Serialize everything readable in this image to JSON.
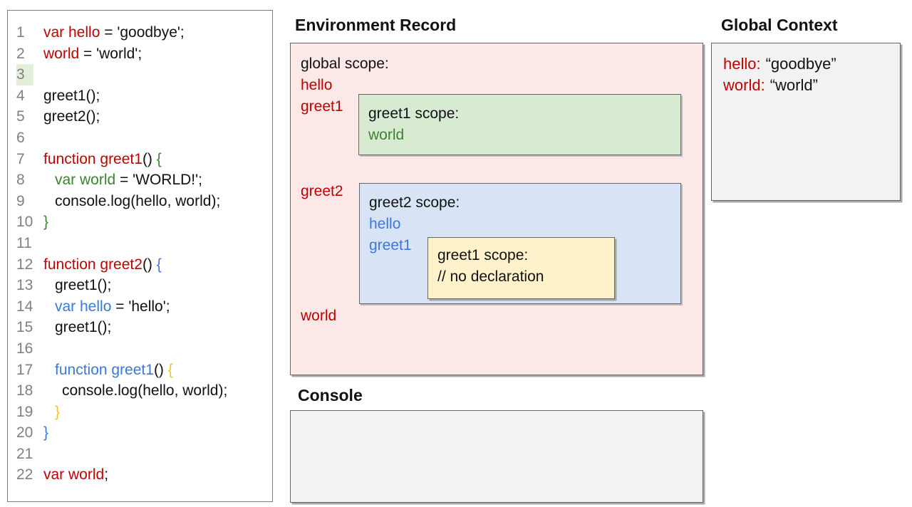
{
  "colors": {
    "red": "#c00000",
    "green": "#3d8232",
    "blue": "#3c78d8",
    "yellow": "#f1c232",
    "black": "#111111",
    "line_number": "#808080",
    "line_highlight": "#e3efdb",
    "pink_bg": "#fce8e6",
    "green_bg": "#d9ead3",
    "blue_bg": "#d8e4f6",
    "yellow_bg": "#fef2cb",
    "gray_bg": "#f2f2f2",
    "box_border": "#666666",
    "panel_border": "#7b7b7b"
  },
  "code_panel": {
    "lines": [
      {
        "num": "1",
        "indent": 0,
        "tokens": [
          {
            "text": "var hello",
            "color": "red"
          },
          {
            "text": " = 'goodbye';",
            "color": "black"
          }
        ]
      },
      {
        "num": "2",
        "indent": 0,
        "tokens": [
          {
            "text": "world",
            "color": "red"
          },
          {
            "text": " = 'world';",
            "color": "black"
          }
        ]
      },
      {
        "num": "3",
        "indent": 0,
        "highlight": true,
        "tokens": []
      },
      {
        "num": "4",
        "indent": 0,
        "tokens": [
          {
            "text": "greet1();",
            "color": "black"
          }
        ]
      },
      {
        "num": "5",
        "indent": 0,
        "tokens": [
          {
            "text": "greet2();",
            "color": "black"
          }
        ]
      },
      {
        "num": "6",
        "indent": 0,
        "tokens": []
      },
      {
        "num": "7",
        "indent": 0,
        "tokens": [
          {
            "text": "function greet1",
            "color": "red"
          },
          {
            "text": "() ",
            "color": "black"
          },
          {
            "text": "{",
            "color": "green"
          }
        ]
      },
      {
        "num": "8",
        "indent": 1,
        "tokens": [
          {
            "text": "var world",
            "color": "green"
          },
          {
            "text": " = 'WORLD!';",
            "color": "black"
          }
        ]
      },
      {
        "num": "9",
        "indent": 1,
        "tokens": [
          {
            "text": "console.log(hello, world);",
            "color": "black"
          }
        ]
      },
      {
        "num": "10",
        "indent": 0,
        "tokens": [
          {
            "text": "}",
            "color": "green"
          }
        ]
      },
      {
        "num": "11",
        "indent": 0,
        "tokens": []
      },
      {
        "num": "12",
        "indent": 0,
        "tokens": [
          {
            "text": "function greet2",
            "color": "red"
          },
          {
            "text": "() ",
            "color": "black"
          },
          {
            "text": "{",
            "color": "blue"
          }
        ]
      },
      {
        "num": "13",
        "indent": 1,
        "tokens": [
          {
            "text": "greet1();",
            "color": "black"
          }
        ]
      },
      {
        "num": "14",
        "indent": 1,
        "tokens": [
          {
            "text": "var hello",
            "color": "blue"
          },
          {
            "text": " = 'hello';",
            "color": "black"
          }
        ]
      },
      {
        "num": "15",
        "indent": 1,
        "tokens": [
          {
            "text": "greet1();",
            "color": "black"
          }
        ]
      },
      {
        "num": "16",
        "indent": 0,
        "tokens": []
      },
      {
        "num": "17",
        "indent": 1,
        "tokens": [
          {
            "text": "function greet1",
            "color": "blue"
          },
          {
            "text": "() ",
            "color": "black"
          },
          {
            "text": "{",
            "color": "yellow"
          }
        ]
      },
      {
        "num": "18",
        "indent": 2,
        "tokens": [
          {
            "text": "console.log(hello, world);",
            "color": "black"
          }
        ]
      },
      {
        "num": "19",
        "indent": 1,
        "tokens": [
          {
            "text": "}",
            "color": "yellow"
          }
        ]
      },
      {
        "num": "20",
        "indent": 0,
        "tokens": [
          {
            "text": "}",
            "color": "blue"
          }
        ]
      },
      {
        "num": "21",
        "indent": 0,
        "tokens": []
      },
      {
        "num": "22",
        "indent": 0,
        "tokens": [
          {
            "text": "var world",
            "color": "red"
          },
          {
            "text": ";",
            "color": "black"
          }
        ]
      }
    ]
  },
  "environment_record": {
    "title": "Environment Record",
    "global_scope_label": "global scope:",
    "global_vars": {
      "hello": "hello",
      "greet1": "greet1",
      "greet2": "greet2",
      "world": "world"
    },
    "greet1_scope": {
      "label": "greet1 scope:",
      "var1": "world"
    },
    "greet2_scope": {
      "label": "greet2 scope:",
      "var1": "hello",
      "var2": "greet1"
    },
    "greet1_inner_scope": {
      "label": "greet1 scope:",
      "comment": "// no declaration"
    }
  },
  "global_context": {
    "title": "Global Context",
    "entries": [
      {
        "key": "hello:",
        "value": "“goodbye”"
      },
      {
        "key": "world:",
        "value": "“world”"
      }
    ]
  },
  "console_panel": {
    "title": "Console",
    "content": ""
  }
}
